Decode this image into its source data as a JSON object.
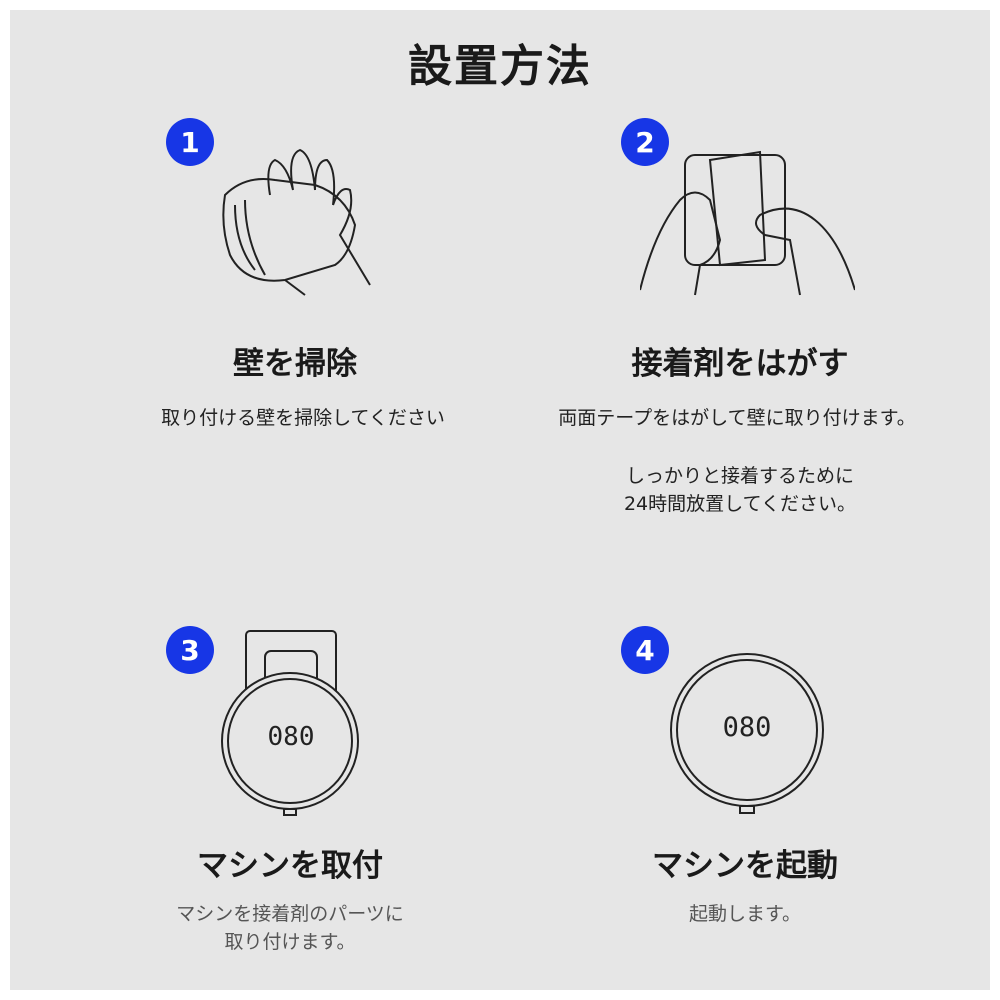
{
  "title": "設置方法",
  "colors": {
    "badge": "#1736e6",
    "background": "#e6e6e6"
  },
  "steps": [
    {
      "number": "1",
      "heading": "壁を掃除",
      "lines": [
        "取り付ける壁を掃除してください"
      ],
      "icon": "hand-wiping-cloth-icon"
    },
    {
      "number": "2",
      "heading": "接着剤をはがす",
      "lines": [
        "両面テープをはがして壁に取り付けます。"
      ],
      "note": [
        "しっかりと接着するために",
        "24時間放置してください。"
      ],
      "icon": "hands-peeling-tape-icon"
    },
    {
      "number": "3",
      "heading": "マシンを取付",
      "lines": [
        "マシンを接着剤のパーツに",
        "取り付けます。"
      ],
      "icon": "device-on-mount-icon",
      "display": "080"
    },
    {
      "number": "4",
      "heading": "マシンを起動",
      "lines": [
        "起動します。"
      ],
      "icon": "device-powered-icon",
      "display": "080"
    }
  ]
}
